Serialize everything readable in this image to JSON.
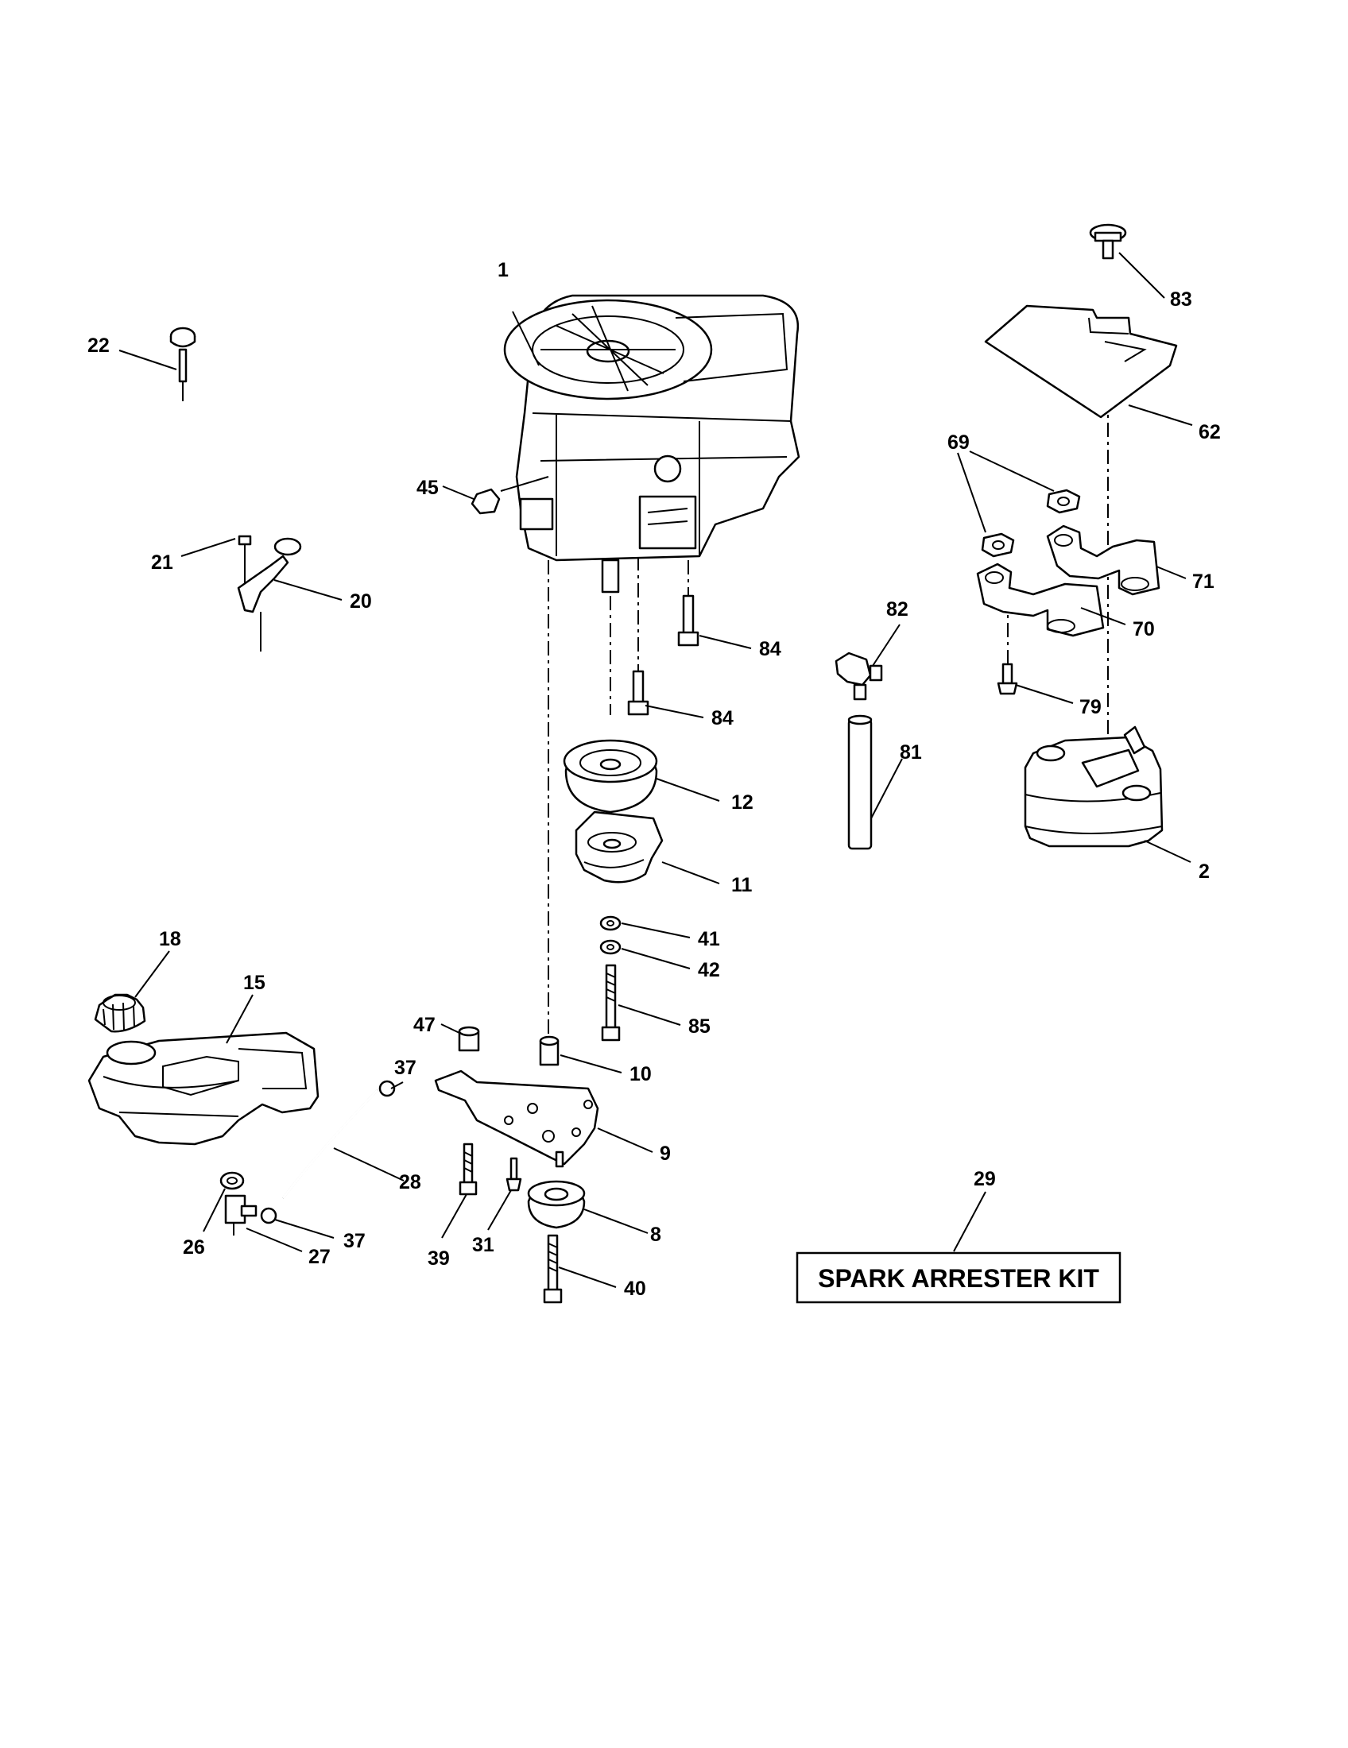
{
  "callouts": {
    "c1": "1",
    "c2": "2",
    "c8": "8",
    "c9": "9",
    "c10": "10",
    "c11": "11",
    "c12": "12",
    "c15": "15",
    "c18": "18",
    "c20": "20",
    "c21": "21",
    "c22": "22",
    "c26": "26",
    "c27": "27",
    "c28": "28",
    "c29": "29",
    "c31": "31",
    "c37a": "37",
    "c37b": "37",
    "c39": "39",
    "c40": "40",
    "c41": "41",
    "c42": "42",
    "c45": "45",
    "c47": "47",
    "c62": "62",
    "c69": "69",
    "c70": "70",
    "c71": "71",
    "c79": "79",
    "c81": "81",
    "c82": "82",
    "c83": "83",
    "c84a": "84",
    "c84b": "84",
    "c85": "85"
  },
  "kit_box": {
    "label": "SPARK ARRESTER KIT"
  }
}
